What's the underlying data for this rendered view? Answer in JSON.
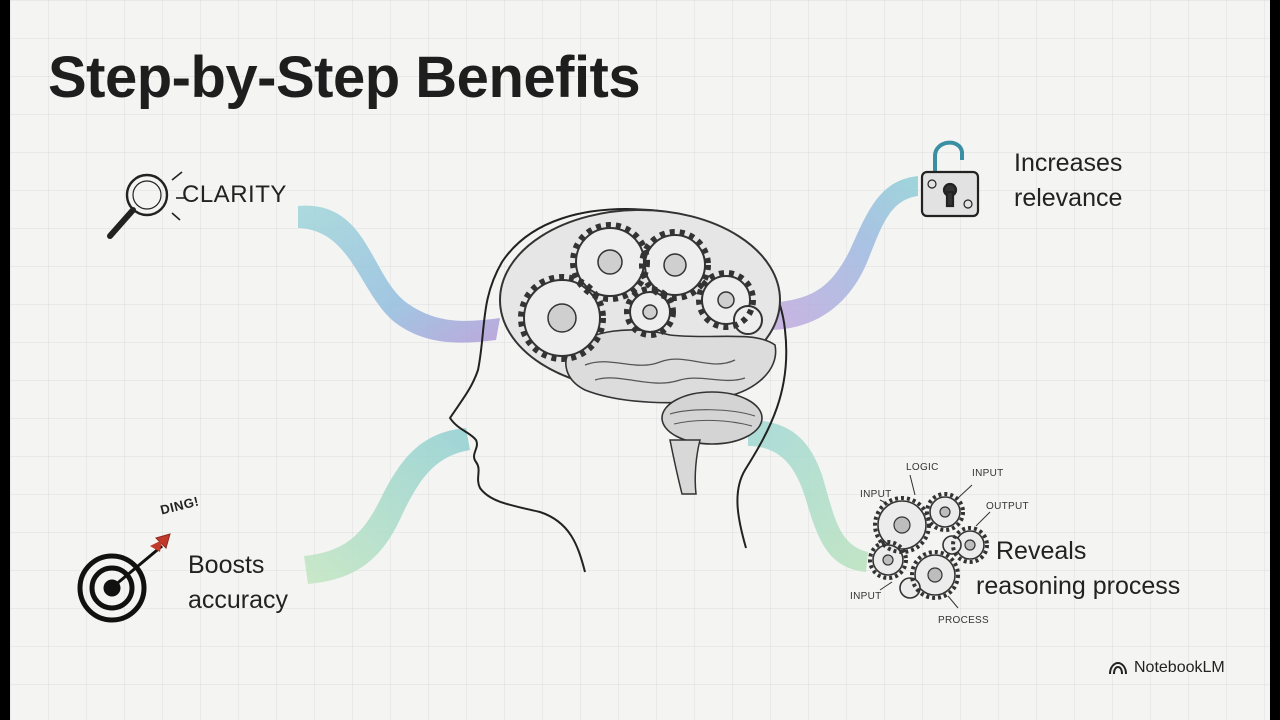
{
  "slide": {
    "title": "Step-by-Step Benefits",
    "benefits": {
      "clarity": "CLARITY",
      "relevance": [
        "Increases",
        "relevance"
      ],
      "accuracy": [
        "Boosts",
        "accuracy"
      ],
      "reasoning": [
        "Reveals",
        "reasoning process"
      ]
    },
    "gear_labels": {
      "logic": "LOGIC",
      "input_top_left": "INPUT",
      "input_top_right": "INPUT",
      "output": "OUTPUT",
      "input_bottom": "INPUT",
      "process": "PROCESS"
    },
    "ding": "DING!",
    "brand": "NotebookLM"
  },
  "icons": {
    "clarity": "magnifying-glass-icon",
    "relevance": "padlock-icon",
    "accuracy": "target-icon",
    "reasoning": "gears-icon",
    "brand": "notebooklm-logo-icon"
  },
  "colors": {
    "ribbon_teal": "#8fcfd2",
    "ribbon_purple": "#b49ad8",
    "ribbon_green": "#b5dfb8",
    "ink": "#222222"
  }
}
